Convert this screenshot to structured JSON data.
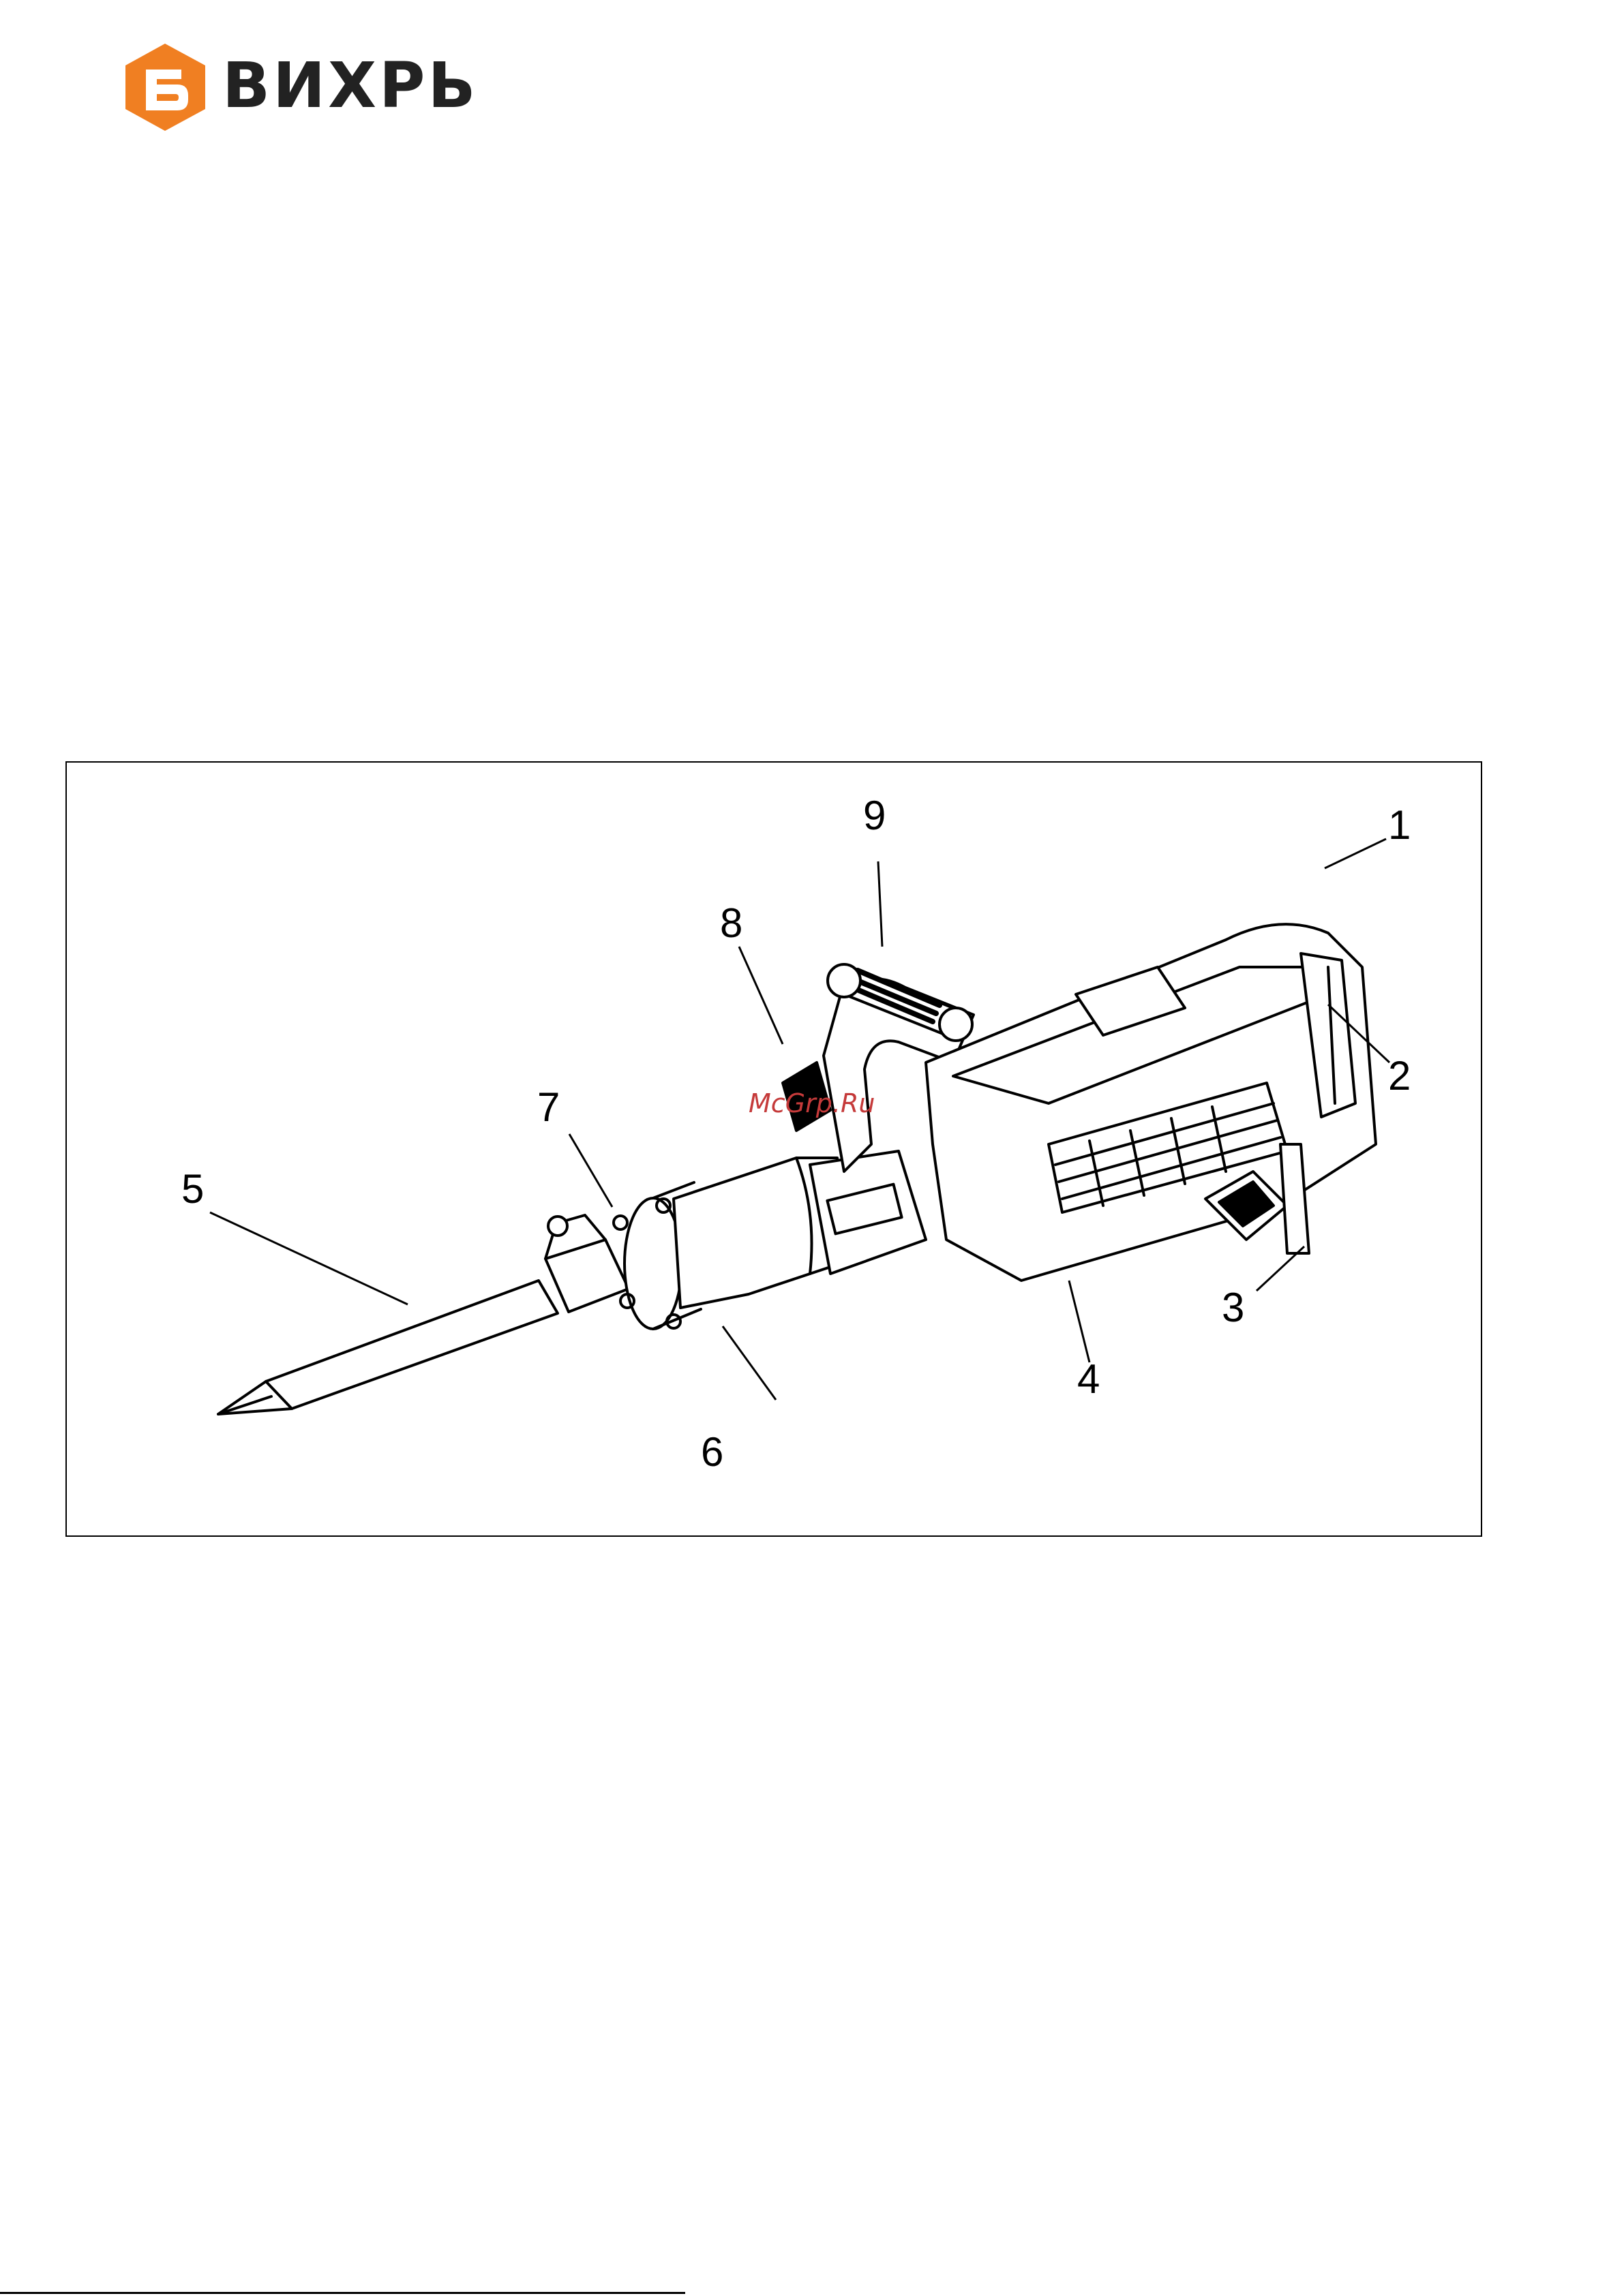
{
  "brand": {
    "name": "ВИХРЬ",
    "mark_letter": "В",
    "accent_color": "#f07f22",
    "text_color": "#222222"
  },
  "figure": {
    "watermark": "McGrp.Ru",
    "callouts": [
      {
        "id": "1",
        "label": "1"
      },
      {
        "id": "2",
        "label": "2"
      },
      {
        "id": "3",
        "label": "3"
      },
      {
        "id": "4",
        "label": "4"
      },
      {
        "id": "5",
        "label": "5"
      },
      {
        "id": "6",
        "label": "6"
      },
      {
        "id": "7",
        "label": "7"
      },
      {
        "id": "8",
        "label": "8"
      },
      {
        "id": "9",
        "label": "9"
      }
    ]
  }
}
